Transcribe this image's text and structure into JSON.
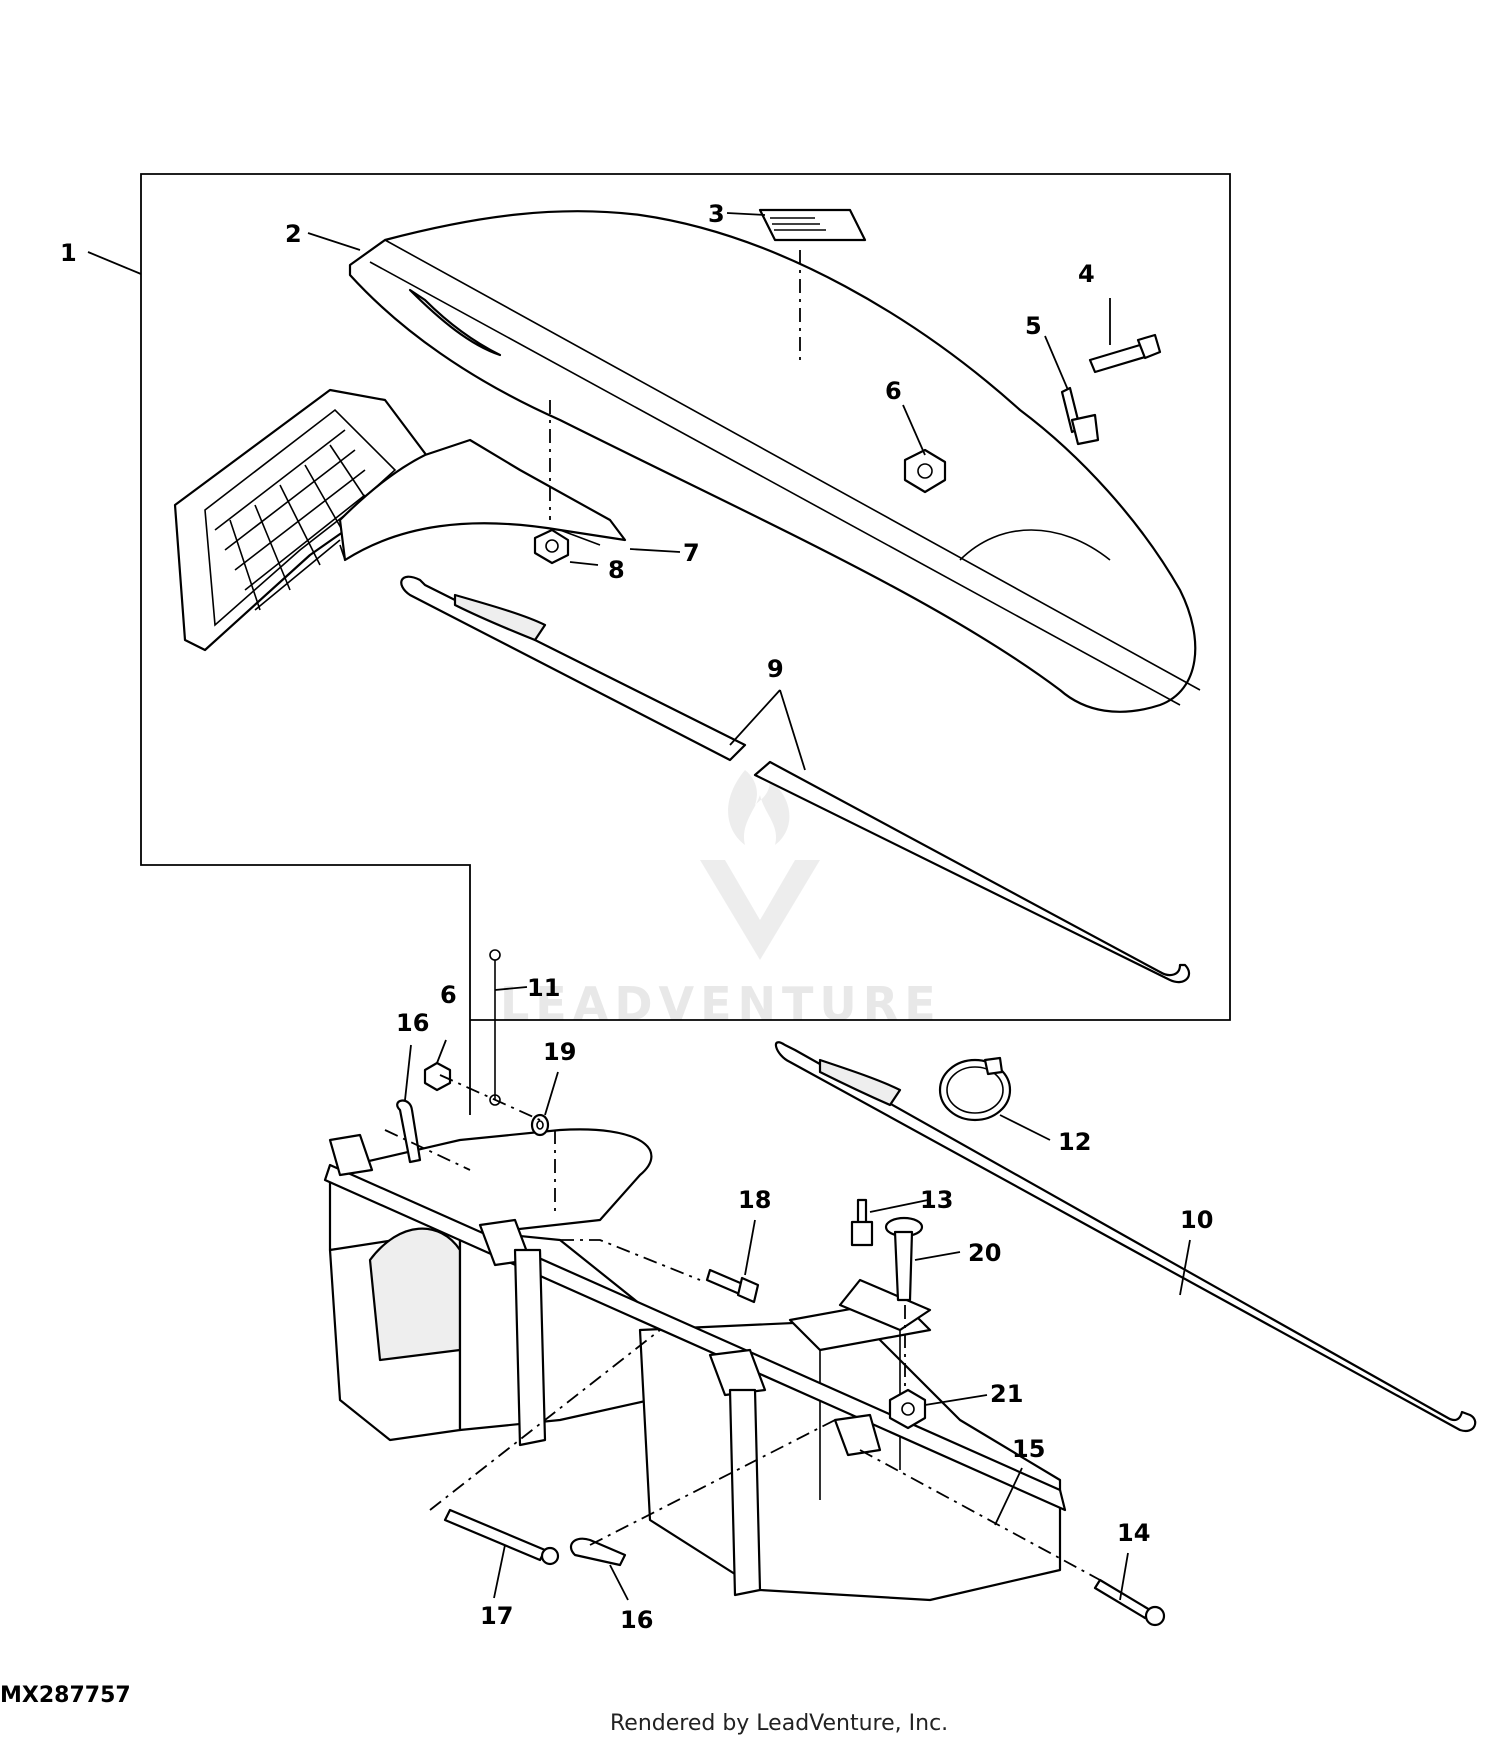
{
  "figure_id": "MX287757",
  "footer": "Rendered by LeadVenture, Inc.",
  "watermark": "LEADVENTURE",
  "callouts": [
    "1",
    "2",
    "3",
    "4",
    "5",
    "6",
    "7",
    "8",
    "9",
    "11",
    "6",
    "16",
    "19",
    "12",
    "10",
    "18",
    "13",
    "20",
    "21",
    "15",
    "14",
    "17",
    "16"
  ]
}
